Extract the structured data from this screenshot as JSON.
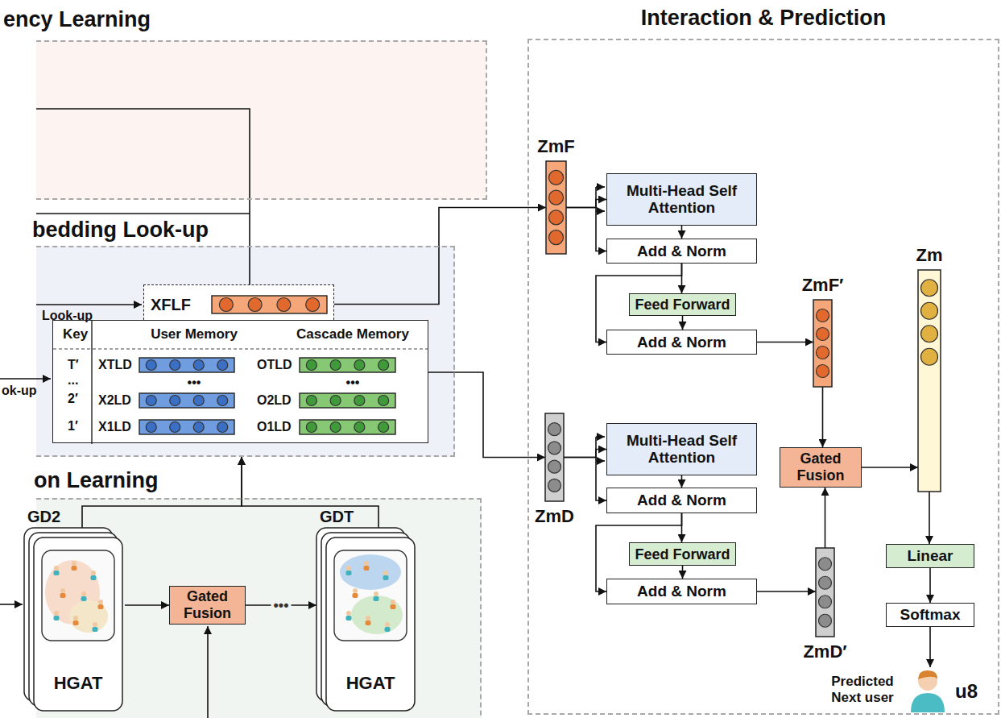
{
  "diagram": {
    "nodes": [
      {
        "text": [
          "ency Learning"
        ]
      },
      {
        "text": [
          "bedding Look-up"
        ]
      },
      {
        "text": [
          "on Learning"
        ]
      },
      {
        "text": [
          "Interaction & Prediction"
        ]
      },
      {
        "text": [
          "XFLF"
        ],
        "in": 1
      },
      {
        "text": [
          "Key",
          "User Memory",
          "Cascade Memory",
          "T′",
          "...",
          "2′",
          "1′",
          "XTLD",
          "•••",
          "X2LD",
          "X1LD",
          "OTLD",
          "•••",
          "O2LD",
          "O1LD"
        ],
        "in": 1
      },
      {
        "text": [
          "GD2",
          "HGAT"
        ],
        "in": 2
      },
      {
        "text": [
          "Gated Fusion"
        ],
        "in": 2
      },
      {
        "text": [
          "GDT",
          "HGAT"
        ],
        "in": 2
      },
      {
        "text": [
          "ZmF"
        ],
        "in": 3
      },
      {
        "text": [
          "Multi-Head Self Attention"
        ],
        "in": 3
      },
      {
        "text": [
          "Add & Norm"
        ],
        "in": 3
      },
      {
        "text": [
          "Feed Forward"
        ],
        "in": 3
      },
      {
        "text": [
          "Add & Norm"
        ],
        "in": 3
      },
      {
        "text": [
          "ZmF′"
        ],
        "in": 3
      },
      {
        "text": [
          "ZmD"
        ],
        "in": 3
      },
      {
        "text": [
          "Multi-Head Self Attention"
        ],
        "in": 3
      },
      {
        "text": [
          "Add & Norm"
        ],
        "in": 3
      },
      {
        "text": [
          "Feed Forward"
        ],
        "in": 3
      },
      {
        "text": [
          "Add & Norm"
        ],
        "in": 3
      },
      {
        "text": [
          "ZmD′"
        ],
        "in": 3
      },
      {
        "text": [
          "Gated Fusion"
        ],
        "in": 3
      },
      {
        "text": [
          "Zm"
        ],
        "in": 3
      },
      {
        "text": [
          "Linear"
        ],
        "in": 3
      },
      {
        "text": [
          "Softmax"
        ],
        "in": 3
      },
      {
        "text": [
          "Predicted Next user",
          "u8"
        ],
        "in": 3
      }
    ],
    "edges": [
      {
        "from": 4,
        "to": 9,
        "arrow": "to"
      },
      {
        "from": 5,
        "to": 15,
        "arrow": "to"
      },
      {
        "from": 6,
        "to": 1,
        "arrow": "to"
      },
      {
        "from": 8,
        "to": 1,
        "arrow": "to"
      },
      {
        "from": 6,
        "to": 7,
        "arrow": "to"
      },
      {
        "from": 7,
        "to": 8,
        "arrow": "to",
        "label": "•••"
      },
      {
        "from": 9,
        "to": 10,
        "arrow": "to"
      },
      {
        "from": 9,
        "to": 11,
        "arrow": "to"
      },
      {
        "from": 10,
        "to": 11,
        "arrow": "to"
      },
      {
        "from": 11,
        "to": 12,
        "arrow": "to"
      },
      {
        "from": 11,
        "to": 13,
        "arrow": "to"
      },
      {
        "from": 12,
        "to": 13,
        "arrow": "to"
      },
      {
        "from": 13,
        "to": 14,
        "arrow": "to"
      },
      {
        "from": 14,
        "to": 21,
        "arrow": "to"
      },
      {
        "from": 15,
        "to": 16,
        "arrow": "to"
      },
      {
        "from": 15,
        "to": 17,
        "arrow": "to"
      },
      {
        "from": 16,
        "to": 17,
        "arrow": "to"
      },
      {
        "from": 17,
        "to": 18,
        "arrow": "to"
      },
      {
        "from": 17,
        "to": 19,
        "arrow": "to"
      },
      {
        "from": 18,
        "to": 19,
        "arrow": "to"
      },
      {
        "from": 19,
        "to": 20,
        "arrow": "to"
      },
      {
        "from": 20,
        "to": 21,
        "arrow": "to"
      },
      {
        "from": 21,
        "to": 22,
        "arrow": "to"
      },
      {
        "from": 22,
        "to": 23,
        "arrow": "to"
      },
      {
        "from": 23,
        "to": 24,
        "arrow": "to"
      },
      {
        "from": 24,
        "to": 25,
        "arrow": "to"
      }
    ],
    "labels": [
      "Look-up",
      "ok-up"
    ]
  }
}
